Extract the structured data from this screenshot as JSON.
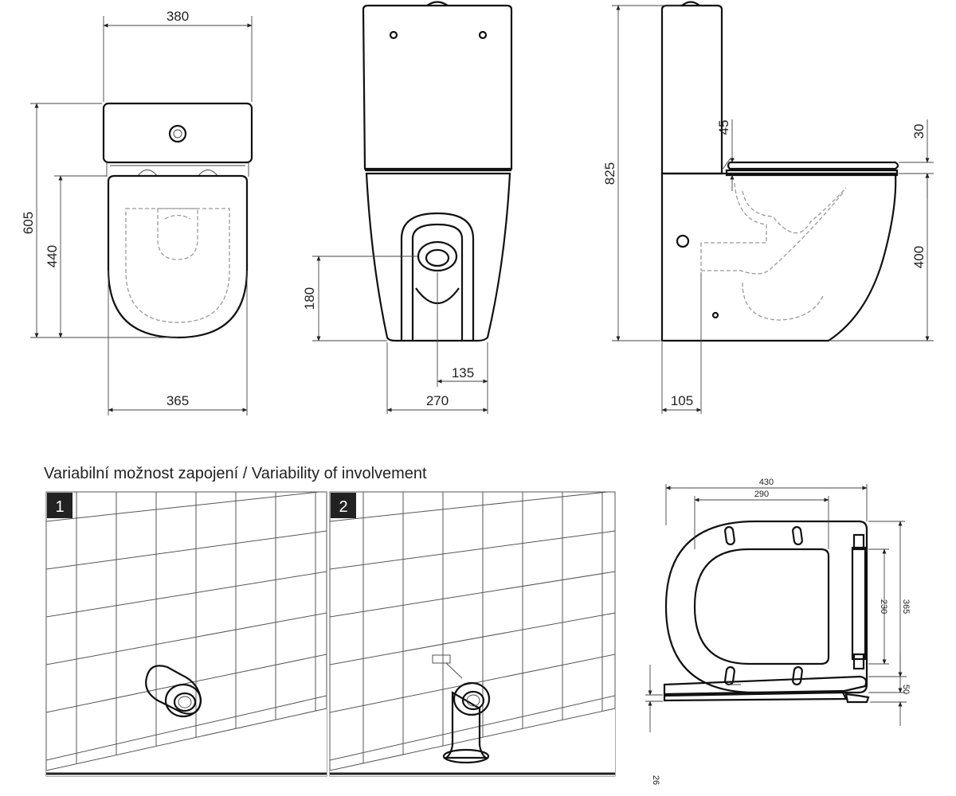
{
  "caption": "Variabilní možnost zapojení / Variability of involvement",
  "front_view": {
    "dim_tank_width": "380",
    "dim_total_height": "605",
    "dim_seat_height": "440",
    "dim_base_width": "365"
  },
  "back_view": {
    "dim_outlet_height": "180",
    "dim_outlet_offset": "135",
    "dim_base_depth": "270"
  },
  "side_view": {
    "dim_total_height": "825",
    "dim_lid_gap": "45",
    "dim_seat_thickness": "30",
    "dim_seat_height": "400",
    "dim_wall_distance": "105"
  },
  "panels": [
    {
      "number": "1"
    },
    {
      "number": "2"
    }
  ],
  "seat_top_view": {
    "dim_outer_width": "430",
    "dim_inner_width": "290",
    "dim_inner_height": "230",
    "dim_outer_height": "365"
  },
  "seat_side_view": {
    "dim_height": "50",
    "dim_thickness": "26"
  }
}
